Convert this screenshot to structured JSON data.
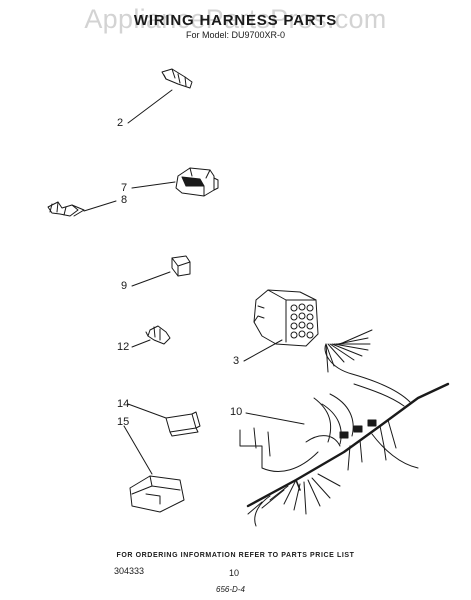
{
  "header": {
    "watermark": "AppliancePartsPros.com",
    "title": "WIRING HARNESS PARTS",
    "model": "For Model: DU9700XR-0"
  },
  "callouts": [
    "2",
    "7",
    "8",
    "9",
    "12",
    "3",
    "14",
    "15",
    "10"
  ],
  "footer": {
    "ordering_note": "FOR ORDERING INFORMATION REFER TO PARTS PRICE LIST",
    "code": "304333",
    "page_number": "10",
    "doc_number": "656-D-4"
  }
}
